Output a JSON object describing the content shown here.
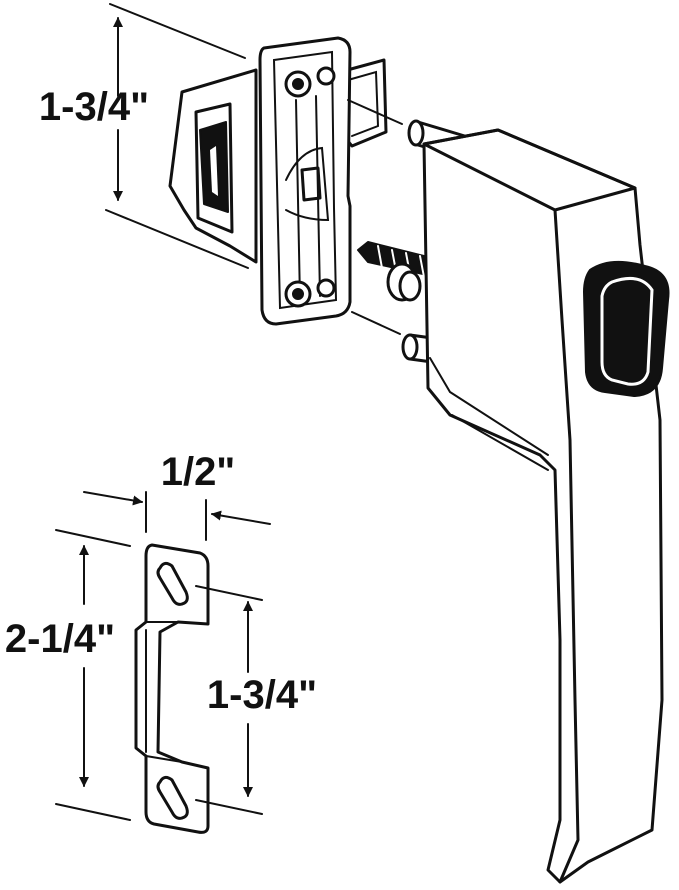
{
  "dimensions": {
    "latch_height": "1-3/4\"",
    "strike_width": "1/2\"",
    "strike_overall_height": "2-1/4\"",
    "strike_hole_spacing": "1-3/4\""
  },
  "colors": {
    "line": "#111111",
    "background": "#ffffff"
  }
}
